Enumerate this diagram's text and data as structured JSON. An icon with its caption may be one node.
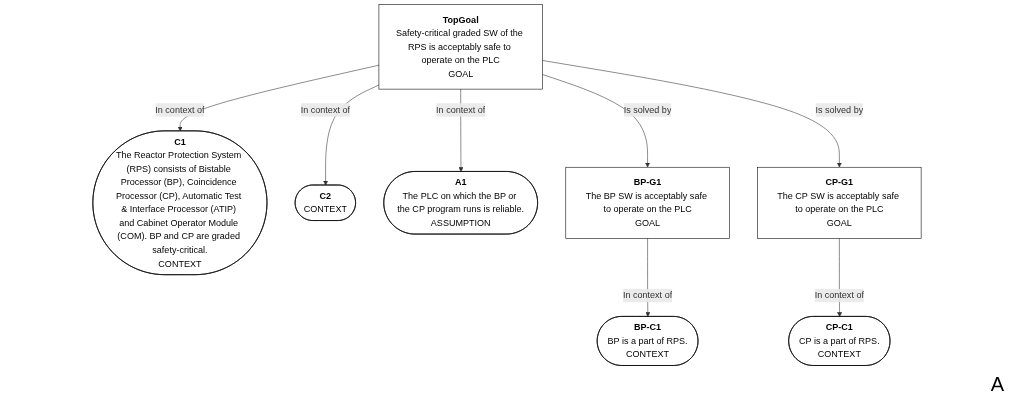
{
  "diagram": {
    "nodes": [
      {
        "text": [
          "C1",
          "The Reactor Protection System (RPS) consists of Bistable Processor (BP), Coincidence Processor (CP), Automatic Test & Interface Processor (ATIP) and Cabinet Operator Module (COM). BP and CP are graded safety-critical.",
          "CONTEXT"
        ]
      },
      {
        "text": [
          "TopGoal",
          "Safety-critical graded SW of the RPS is acceptably safe to operate on the PLC",
          "GOAL"
        ]
      },
      {
        "text": [
          "C2",
          "CONTEXT"
        ]
      },
      {
        "text": [
          "A1",
          "The PLC on which the BP or the CP program runs is reliable.",
          "ASSUMPTION"
        ]
      },
      {
        "text": [
          "BP-C1",
          "BP is a part of RPS.",
          "CONTEXT"
        ]
      },
      {
        "text": [
          "BP-G1",
          "The BP SW is acceptably safe to operate on the PLC",
          "GOAL"
        ]
      },
      {
        "text": [
          "CP-G1",
          "The CP SW is acceptably safe to operate on the PLC",
          "GOAL"
        ]
      },
      {
        "text": [
          "CP-C1",
          "CP is a part of RPS.",
          "CONTEXT"
        ]
      }
    ],
    "edges": [
      {
        "from": 1,
        "to": 0,
        "arrow": "to",
        "label": "In context of"
      },
      {
        "from": 1,
        "to": 2,
        "arrow": "to",
        "label": "In context of"
      },
      {
        "from": 1,
        "to": 3,
        "arrow": "to",
        "label": "In context of"
      },
      {
        "from": 1,
        "to": 5,
        "arrow": "to",
        "label": "Is solved by"
      },
      {
        "from": 1,
        "to": 6,
        "arrow": "to",
        "label": "Is solved by"
      },
      {
        "from": 5,
        "to": 4,
        "arrow": "to",
        "label": "In context of"
      },
      {
        "from": 6,
        "to": 7,
        "arrow": "to",
        "label": "In context of"
      }
    ],
    "labels": [
      "A"
    ]
  }
}
